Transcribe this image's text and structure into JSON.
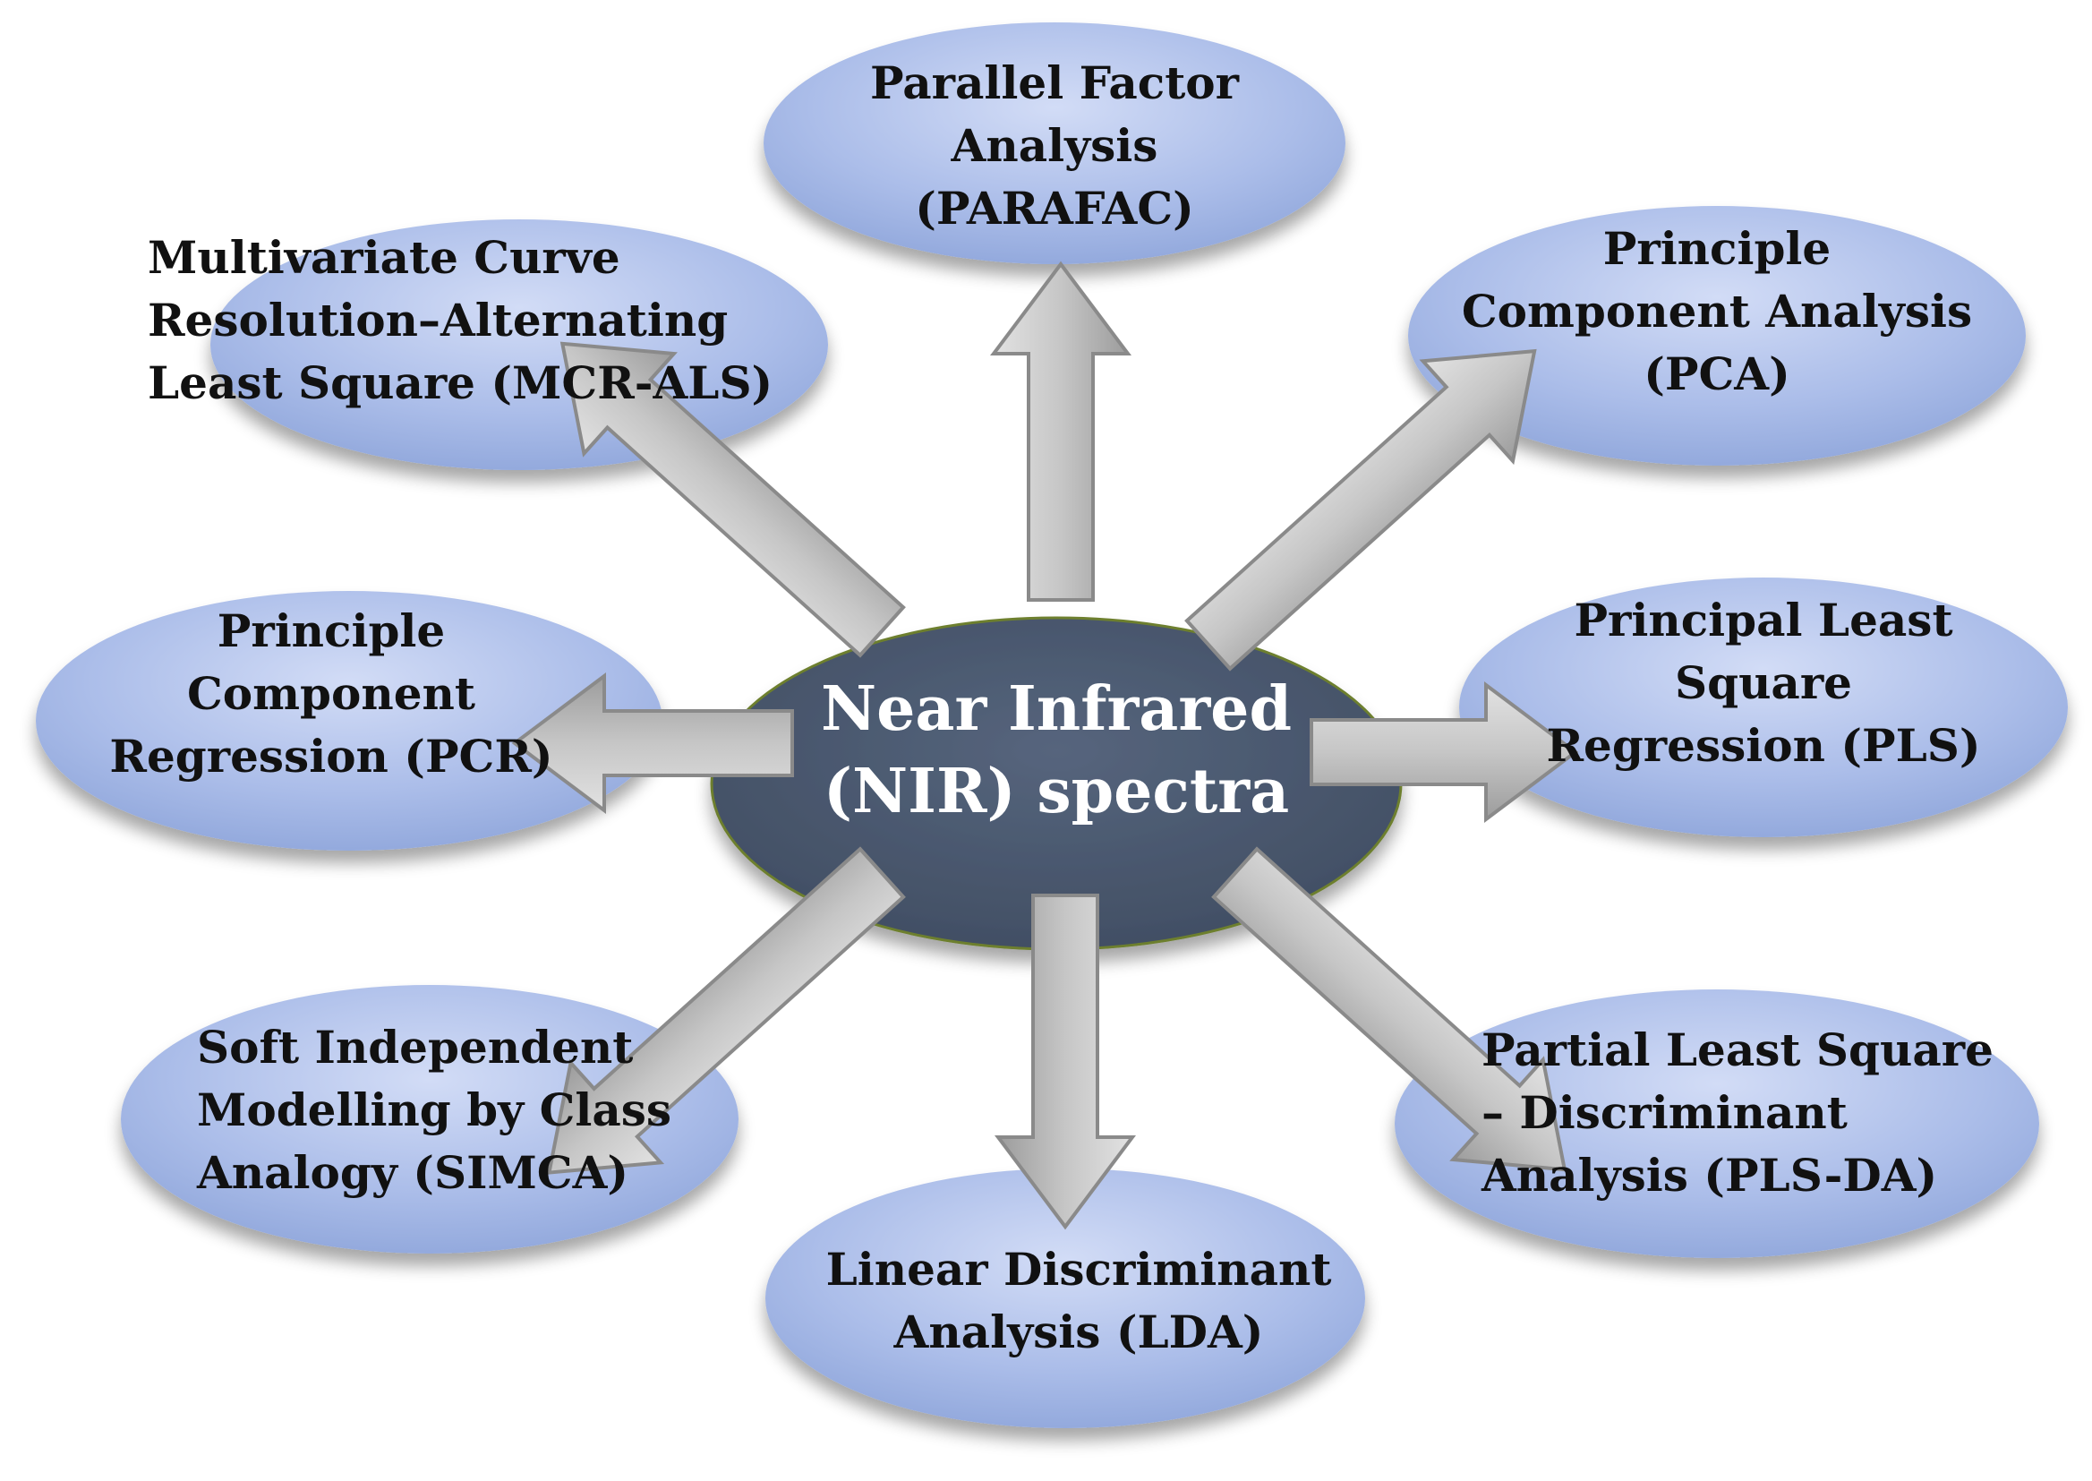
{
  "center": {
    "lines": [
      "Near Infrared",
      "(NIR) spectra"
    ]
  },
  "nodes": [
    {
      "id": "parafac",
      "lines": [
        "Parallel Factor",
        "Analysis",
        "(PARAFAC)"
      ]
    },
    {
      "id": "pca",
      "lines": [
        "Principle",
        "Component Analysis",
        "(PCA)"
      ]
    },
    {
      "id": "pls",
      "lines": [
        "Principal Least",
        "Square",
        "Regression (PLS)"
      ]
    },
    {
      "id": "plsda",
      "lines": [
        "Partial Least Square",
        "– Discriminant",
        "Analysis (PLS-DA)"
      ]
    },
    {
      "id": "lda",
      "lines": [
        "Linear Discriminant",
        "Analysis (LDA)"
      ]
    },
    {
      "id": "simca",
      "lines": [
        "Soft Independent",
        "Modelling by Class",
        "Analogy (SIMCA)"
      ]
    },
    {
      "id": "pcr",
      "lines": [
        "Principle",
        "Component",
        "Regression (PCR)"
      ]
    },
    {
      "id": "mcrals",
      "lines": [
        "Multivariate Curve",
        "Resolution–Alternating",
        "Least Square (MCR-ALS)"
      ]
    }
  ],
  "colors": {
    "node_fill": "#a6b8e6",
    "center_fill": "#4b5a72",
    "arrow_fill": "#c2c2c2",
    "arrow_stroke": "#8a8a8a"
  }
}
